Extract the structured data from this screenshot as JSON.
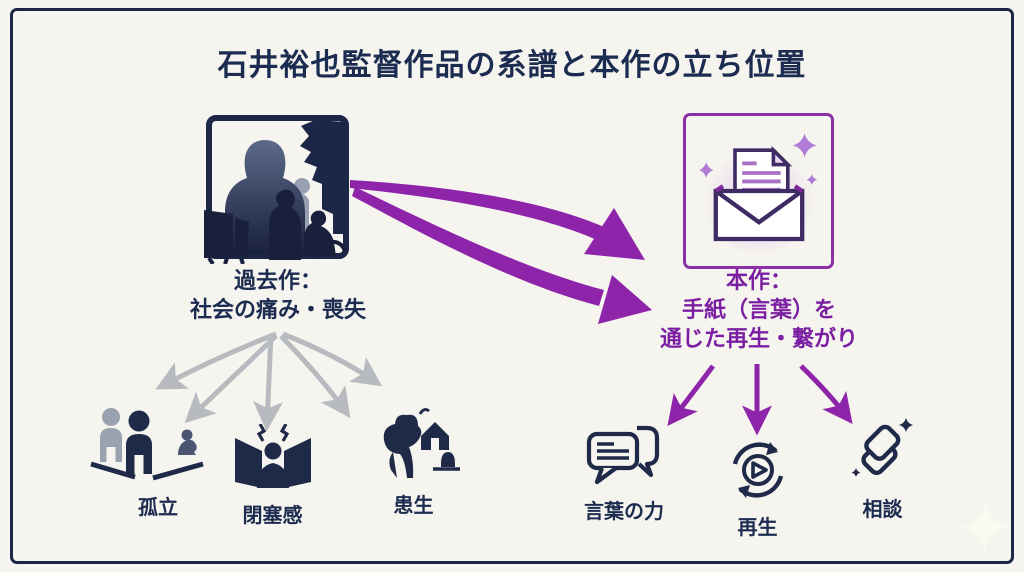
{
  "slide": {
    "title": "石井裕也監督作品の系譜と本作の立ち位置",
    "watermark_icon": "sparkle-star",
    "colors": {
      "background": "#f5f4ee",
      "border_navy": "#1c2647",
      "text_navy": "#1c2c50",
      "icon_navy": "#1e2a47",
      "arrow_purple": "#8e24aa",
      "text_purple": "#7b1fa2",
      "box_border_purple": "#8b2fa6",
      "arrow_gray": "#b7babf"
    }
  },
  "past": {
    "image_icon": "grieving-silhouettes-illustration",
    "label": {
      "line1": "過去作：",
      "line2": "社会の痛み・喪失"
    },
    "themes": [
      {
        "label": "孤立",
        "icon": "isolated-figures-icon"
      },
      {
        "label": "閉塞感",
        "icon": "closing-walls-icon"
      },
      {
        "label": "患生",
        "icon": "grave-and-house-icon"
      }
    ]
  },
  "present": {
    "image_icon": "open-letter-envelope-icon",
    "label": {
      "line1": "本作：",
      "line2": "手紙（言葉）を",
      "line3": "通じた再生・繋がり"
    },
    "themes": [
      {
        "label": "言葉の力",
        "icon": "speech-bubbles-icon"
      },
      {
        "label": "再生",
        "icon": "replay-cycle-icon"
      },
      {
        "label": "相談",
        "icon": "linked-cards-icon"
      }
    ]
  }
}
